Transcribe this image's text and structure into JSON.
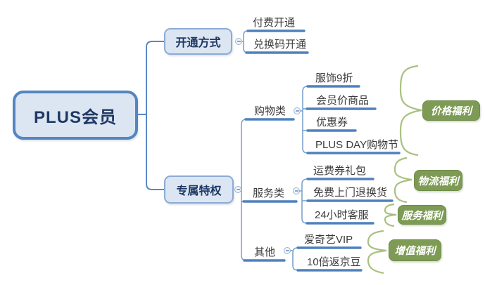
{
  "diagram": {
    "root": {
      "label": "PLUS会员"
    },
    "branches": [
      {
        "label": "开通方式",
        "children": [
          {
            "label": "付费开通"
          },
          {
            "label": "兑换码开通"
          }
        ]
      },
      {
        "label": "专属特权",
        "groups": [
          {
            "label": "购物类",
            "items": [
              {
                "label": "服饰9折"
              },
              {
                "label": "会员价商品"
              },
              {
                "label": "优惠券"
              },
              {
                "label": "PLUS DAY购物节"
              }
            ],
            "callouts": [
              {
                "label": "价格福利"
              }
            ]
          },
          {
            "label": "服务类",
            "items": [
              {
                "label": "运费券礼包"
              },
              {
                "label": "免费上门退换货"
              },
              {
                "label": "24小时客服"
              }
            ],
            "callouts": [
              {
                "label": "物流福利"
              },
              {
                "label": "服务福利"
              }
            ]
          },
          {
            "label": "其他",
            "items": [
              {
                "label": "爱奇艺VIP"
              },
              {
                "label": "10倍返京豆"
              }
            ],
            "callouts": [
              {
                "label": "增值福利"
              }
            ]
          }
        ]
      }
    ],
    "colors": {
      "node_fill": "#dce6f2",
      "root_border": "#5585c1",
      "sub_border": "#8babd6",
      "node_text": "#1f3864",
      "leaf_text": "#3b3b3b",
      "underline": "#4e81bd",
      "connector": "#7da3cf",
      "callout_fill": "#7d9b54",
      "callout_text": "#ffffff",
      "brace": "#a9c17f"
    }
  }
}
